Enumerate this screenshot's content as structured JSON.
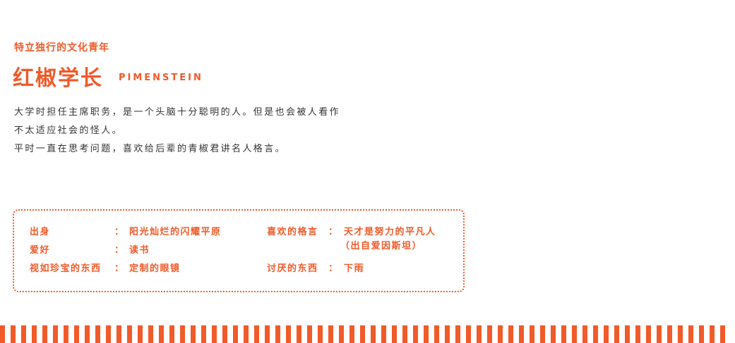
{
  "profile": {
    "tagline": "特立独行的文化青年",
    "name_cn": "红椒学长",
    "name_en": "PIMENSTEIN",
    "description": [
      "大学时担任主席职务，是一个头脑十分聪明的人。但是也会被人看作",
      "不太适应社会的怪人。",
      "平时一直在思考问题，喜欢给后辈的青椒君讲名人格言。"
    ]
  },
  "info": {
    "origin_label": "出身",
    "origin_colon": "：",
    "origin_value": "阳光灿烂的闪耀平原",
    "hobby_label": "爱好",
    "hobby_colon": "：",
    "hobby_value": "读书",
    "treasure_label": "视如珍宝的东西",
    "treasure_colon": "：",
    "treasure_value": "定制的眼镜",
    "quote_label": "喜欢的格言",
    "quote_colon": "：",
    "quote_value_line1": "天才是努力的平凡人",
    "quote_value_line2": "（出自爱因斯坦）",
    "dislike_label": "讨厌的东西",
    "dislike_colon": "：",
    "dislike_value": "下雨"
  },
  "colors": {
    "accent": "#f15a29",
    "text": "#333333"
  }
}
